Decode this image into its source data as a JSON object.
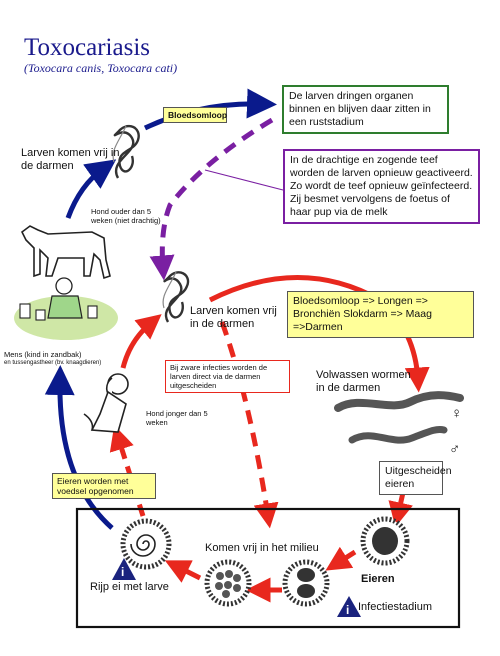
{
  "title": "Toxocariasis",
  "subtitle": "(Toxocara canis, Toxocara cati)",
  "labels": {
    "bloedsomloop": "Bloedsomloop",
    "organ_box": "De larven dringen organen binnen en blijven daar zitten in een ruststadium",
    "larven_vrij_top": "Larven komen vrij in de darmen",
    "hond_ouder": "Hond ouder dan 5 weken (niet drachtig)",
    "drachtig_box": "In de drachtige en zogende teef worden de larven opnieuw geactiveerd. Zo wordt de teef opnieuw geïnfecteerd. Zij besmet vervolgens de foetus of haar pup via de melk",
    "larven_vrij_mid": "Larven komen vrij in de darmen",
    "path_box": "Bloedsomloop => Longen => Bronchiën Slokdarm => Maag =>Darmen",
    "mens_line1": "Mens (kind in zandbak)",
    "mens_line2": "en tussengastheer (bv. knaagdieren)",
    "zware_infecties": "Bij zware infecties worden de larven direct via de darmen uitgescheiden",
    "volwassen": "Volwassen wormen in de darmen",
    "female_symbol": "♀",
    "male_symbol": "♂",
    "hond_jonger": "Hond jonger dan 5 weken",
    "eieren_voedsel": "Eieren worden met voedsel opgenomen",
    "uitgescheiden": "Uitgescheiden eieren",
    "komen_vrij": "Komen vrij in het milieu",
    "eieren": "Eieren",
    "rijp_ei": "Rijp ei met larve",
    "infectiestadium": "Infectiestadium",
    "info_letter": "i"
  },
  "colors": {
    "blue_arrow": "#0a1a8c",
    "red_arrow": "#e8281e",
    "purple_arrow": "#7a1fa2",
    "green_border": "#2e7d2e",
    "yellow_fill": "#ffff99",
    "title_blue": "#1a1a8c"
  }
}
